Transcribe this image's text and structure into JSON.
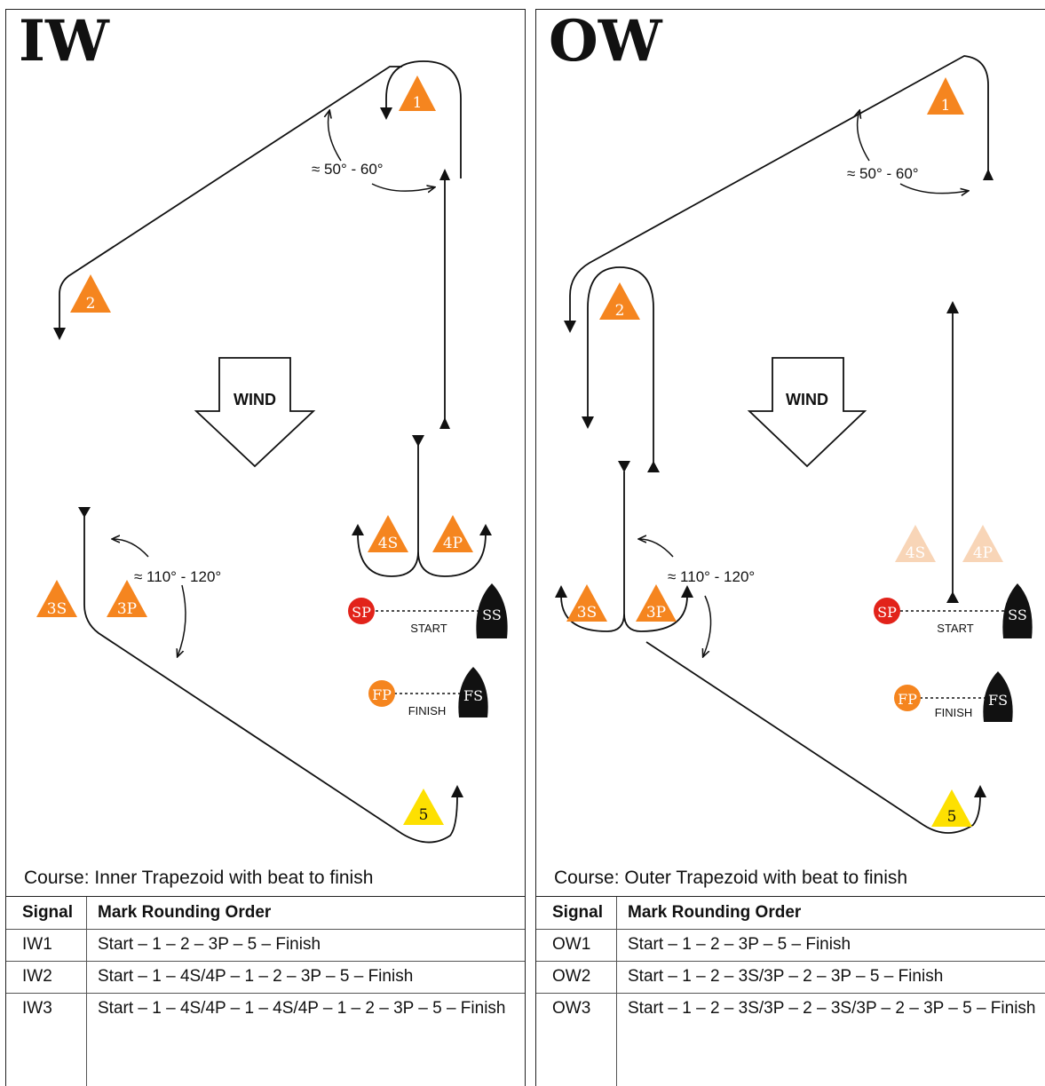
{
  "colors": {
    "mark_orange": "#f5851f",
    "mark_faded": "#f8d5b7",
    "mark_yellow": "#fde001",
    "start_pin": "#e2231a",
    "boat_black": "#111111",
    "line": "#111111"
  },
  "shared": {
    "wind_label": "WIND",
    "start_label": "START",
    "finish_label": "FINISH",
    "upper_angle": "≈ 50° - 60°",
    "lower_angle": "≈ 110° - 120°",
    "signal_header": "Signal",
    "order_header": "Mark Rounding Order"
  },
  "panels": [
    {
      "id": "IW",
      "title": "IW",
      "course": "Course: Inner Trapezoid with beat to finish",
      "marks": [
        "1",
        "2",
        "3S",
        "3P",
        "4S",
        "4P",
        "5"
      ],
      "rows": [
        {
          "signal": "IW1",
          "order": "Start – 1 – 2 – 3P – 5 – Finish"
        },
        {
          "signal": "IW2",
          "order": "Start – 1 – 4S/4P – 1 – 2 – 3P – 5 – Finish"
        },
        {
          "signal": "IW3",
          "order": "Start – 1 – 4S/4P – 1 – 4S/4P – 1 – 2 – 3P – 5 – Finish"
        }
      ]
    },
    {
      "id": "OW",
      "title": "OW",
      "course": "Course: Outer Trapezoid with beat to finish",
      "marks": [
        "1",
        "2",
        "3S",
        "3P",
        "4S",
        "4P",
        "5"
      ],
      "rows": [
        {
          "signal": "OW1",
          "order": "Start – 1 – 2 – 3P – 5 – Finish"
        },
        {
          "signal": "OW2",
          "order": "Start – 1 – 2 – 3S/3P – 2 – 3P – 5 – Finish"
        },
        {
          "signal": "OW3",
          "order": "Start – 1 – 2 – 3S/3P – 2 – 3S/3P – 2 – 3P – 5 – Finish"
        }
      ]
    }
  ],
  "pins": {
    "start_pin": "SP",
    "start_boat": "SS",
    "finish_pin": "FP",
    "finish_boat": "FS"
  }
}
